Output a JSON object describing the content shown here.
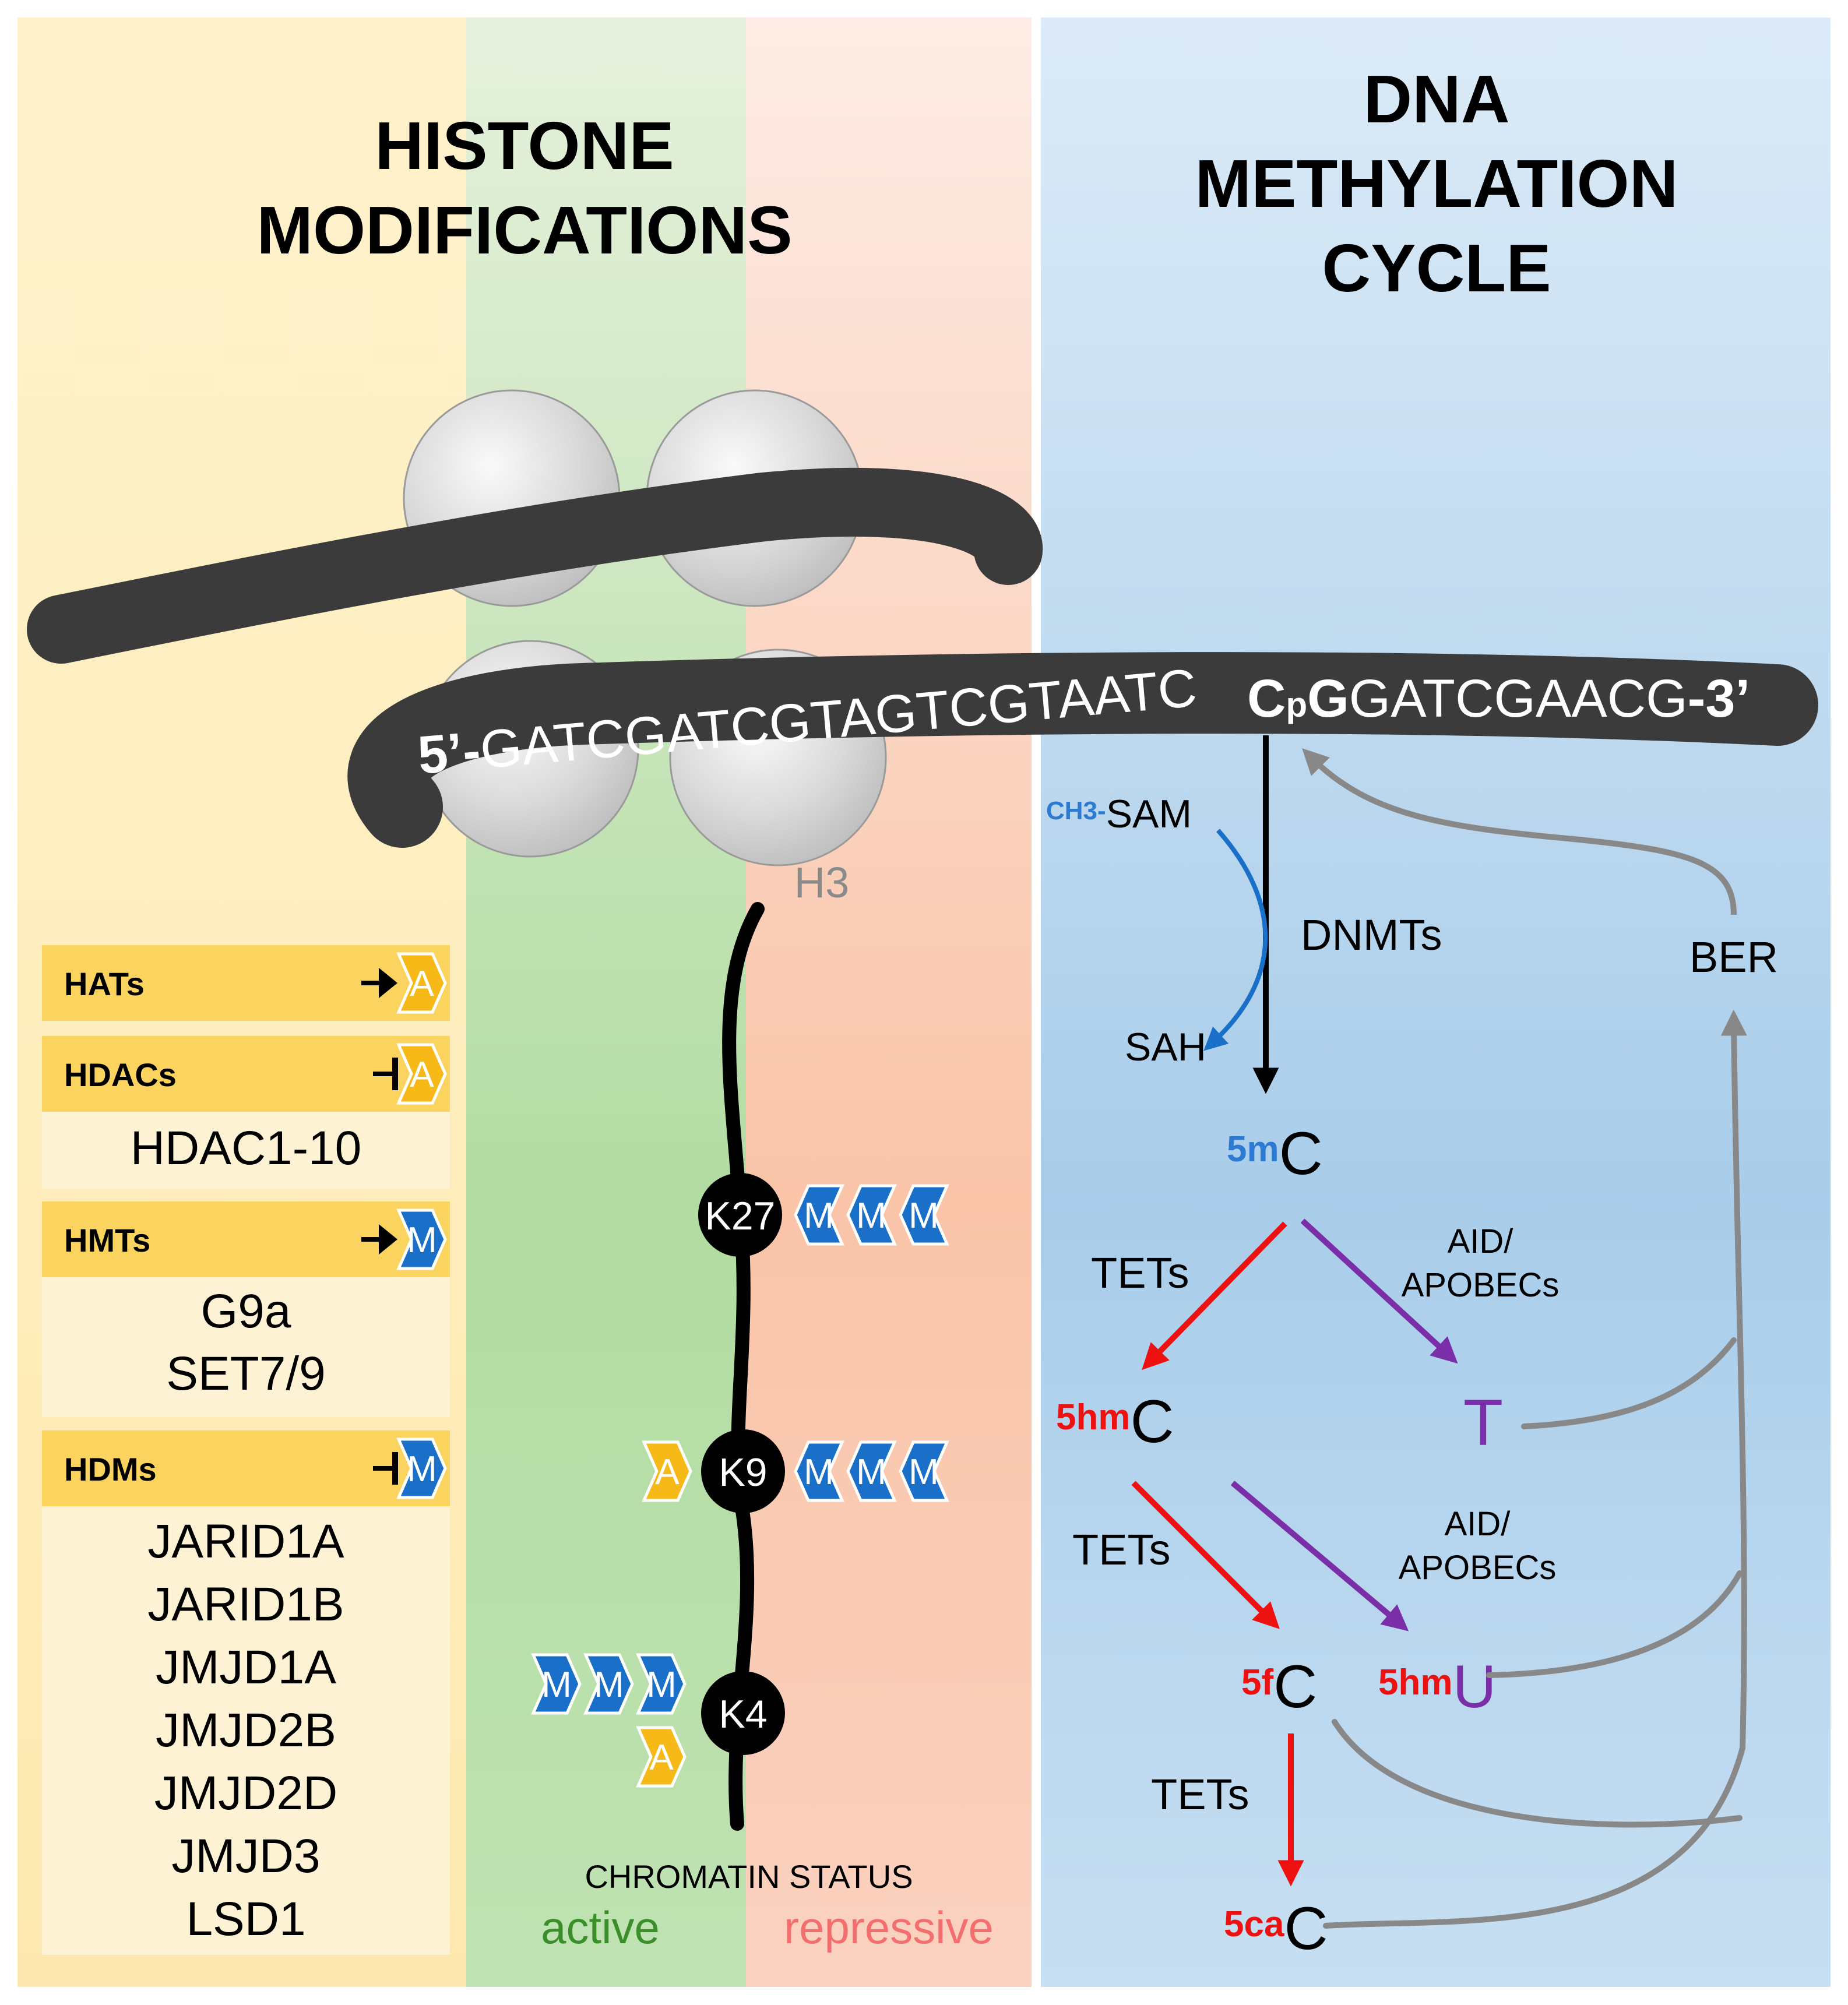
{
  "colors": {
    "panel_yellow": "#fdefc2",
    "panel_green": "#c4e3b8",
    "panel_red": "#fbd3c2",
    "panel_blue": "#bed9ee",
    "header_bar": "#fbd35f",
    "list_box": "#fef2d4",
    "acetyl": "#f7b917",
    "methyl": "#1a70c8",
    "black": "#000000",
    "grey_arrow": "#888888",
    "red": "#ee1111",
    "purple": "#7a2fa8",
    "blue_text": "#2c7ad1",
    "active_green": "#3b8f2a",
    "repressive_red": "#f36e6e"
  },
  "histone": {
    "title_line1": "HISTONE",
    "title_line2": "MODIFICATIONS",
    "core_label": "H3",
    "dna_5prime": "5’-",
    "dna_seq_1": "GATCGATCGTAGTCGTAATC",
    "dna_c": "C",
    "dna_p": "p",
    "dna_g": "G",
    "dna_seq_2": "GATCGAACG",
    "dna_3prime": "-3’",
    "enzymes": [
      {
        "name": "HATs",
        "action": "add",
        "mark": "A",
        "members": []
      },
      {
        "name": "HDACs",
        "action": "remove",
        "mark": "A",
        "members": [
          "HDAC1-10"
        ]
      },
      {
        "name": "HMTs",
        "action": "add",
        "mark": "M",
        "members": [
          "G9a",
          "SET7/9"
        ]
      },
      {
        "name": "HDMs",
        "action": "remove",
        "mark": "M",
        "members": [
          "JARID1A",
          "JARID1B",
          "JMJD1A",
          "JMJD2B",
          "JMJD2D",
          "JMJD3",
          "LSD1"
        ]
      }
    ],
    "residues": {
      "k27": "K27",
      "k9": "K9",
      "k4": "K4"
    },
    "tag_methyl": "M",
    "tag_acetyl": "A",
    "chromatin_status": "CHROMATIN STATUS",
    "active": "active",
    "repressive": "repressive"
  },
  "dna_methylation": {
    "title_line1": "DNA",
    "title_line2": "METHYLATION",
    "title_line3": "CYCLE",
    "ch3": "CH3-",
    "sam": "SAM",
    "sah": "SAH",
    "dnmts": "DNMTs",
    "ber": "BER",
    "base_c": "C",
    "base_t": "T",
    "base_u": "U",
    "prefix_5mc": "5m",
    "prefix_5hmc": "5hm",
    "prefix_5fc": "5f",
    "prefix_5cac": "5ca",
    "prefix_5hmu": "5hm",
    "tets": "TETs",
    "aid_line1": "AID/",
    "aid_line2": "APOBECs"
  }
}
